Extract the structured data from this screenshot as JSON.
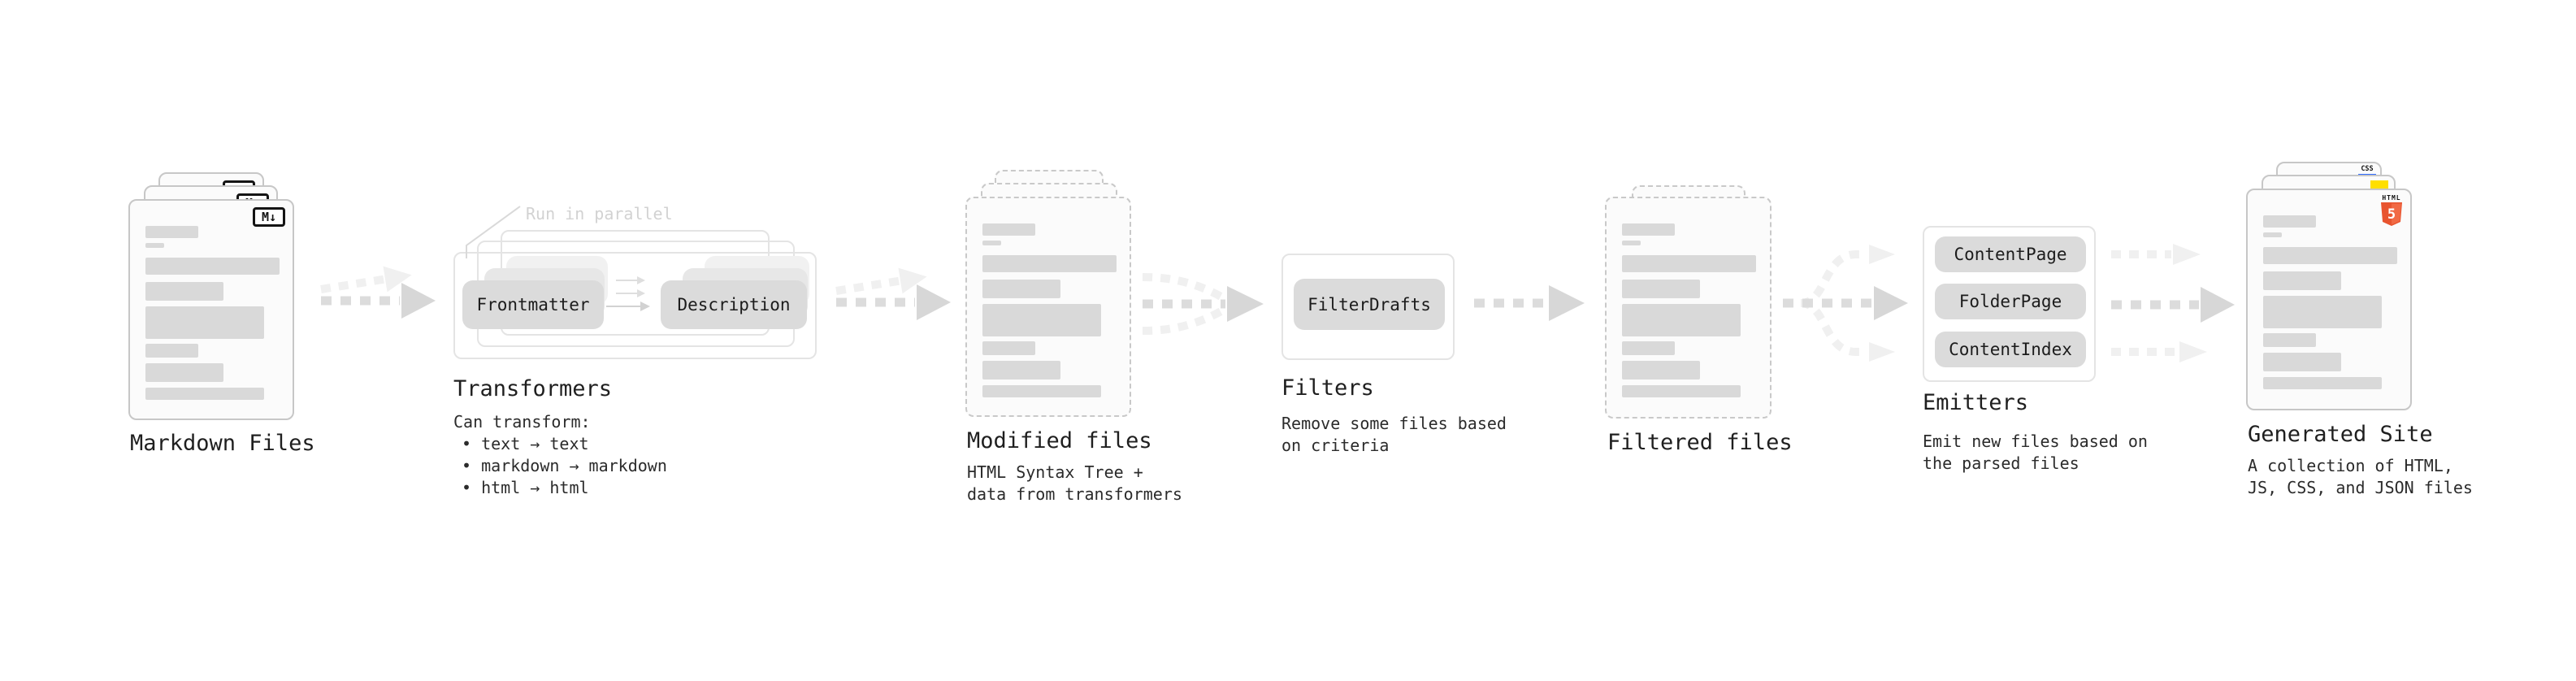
{
  "stages": {
    "markdown_files": {
      "label": "Markdown Files",
      "file_badge": "M↓"
    },
    "transformers": {
      "label": "Transformers",
      "parallel_annotation": "Run in parallel",
      "input_chip": "Frontmatter",
      "output_chip": "Description",
      "note_title": "Can transform:",
      "note_bullets": [
        "• text → text",
        "• markdown → markdown",
        "• html → html"
      ]
    },
    "modified_files": {
      "label": "Modified files",
      "note_lines": [
        "HTML Syntax Tree +",
        "data from transformers"
      ]
    },
    "filters": {
      "label": "Filters",
      "chip": "FilterDrafts",
      "note_lines": [
        "Remove some files based",
        "on criteria"
      ]
    },
    "filtered_files": {
      "label": "Filtered files"
    },
    "emitters": {
      "label": "Emitters",
      "chips": [
        "ContentPage",
        "FolderPage",
        "ContentIndex"
      ],
      "note_lines": [
        "Emit new files based on",
        "the parsed files"
      ]
    },
    "generated_site": {
      "label": "Generated Site",
      "note_lines": [
        "A collection of HTML,",
        "JS, CSS, and JSON files"
      ],
      "css_badge": "CSS",
      "html_badge_label": "HTML",
      "html_badge_number": "5"
    }
  },
  "colors": {
    "background": "#ffffff",
    "document_fill": "#fbfbfb",
    "document_border": "#c7c7c7",
    "dashed_border": "#c9c9c9",
    "content_bar": "#d9d9d9",
    "chip_fill": "#dbdbdb",
    "container_border": "#e4e4e4",
    "arrow_dark": "#dcdcdc",
    "arrow_light": "#f0f0f0",
    "text": "#1f1f1f",
    "annotation_gray": "#d2d2d2",
    "html5_orange": "#e8542f",
    "js_yellow": "#ffdf00",
    "css_blue": "#2f6bff"
  }
}
